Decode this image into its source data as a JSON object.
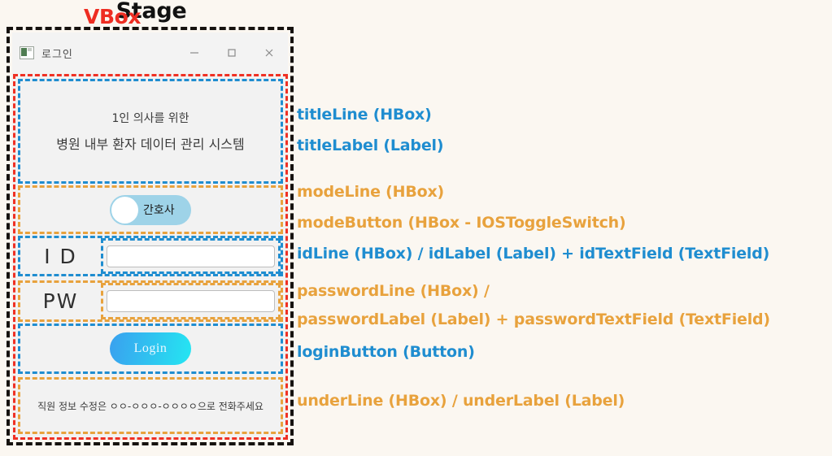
{
  "stage": {
    "title": "Stage"
  },
  "window": {
    "icon": "app-window-icon",
    "title": "로그인",
    "vbox_tag": "VBox",
    "controls": {
      "minimize": "minimize-icon",
      "maximize": "maximize-icon",
      "close": "close-icon"
    }
  },
  "form": {
    "title_label": {
      "line1": "1인 의사를 위한",
      "line2": "병원 내부 환자 데이터 관리 시스템"
    },
    "mode": {
      "toggle_text": "간호사",
      "state": "off"
    },
    "id": {
      "label": "I D",
      "value": "",
      "placeholder": ""
    },
    "password": {
      "label": "PW",
      "value": "",
      "placeholder": ""
    },
    "login": {
      "label": "Login"
    },
    "under_label": "직원 정보 수정은 ㅇㅇ-ㅇㅇㅇ-ㅇㅇㅇㅇ으로 전화주세요"
  },
  "annotations": [
    {
      "text": "titleLine (HBox)",
      "color": "blue"
    },
    {
      "text": "titleLabel (Label)",
      "color": "blue"
    },
    {
      "text": "modeLine (HBox)",
      "color": "orange"
    },
    {
      "text": "modeButton (HBox - IOSToggleSwitch)",
      "color": "orange"
    },
    {
      "text": "idLine (HBox) / idLabel (Label)  + idTextField (TextField)",
      "color": "blue"
    },
    {
      "text": "passwordLine (HBox) /",
      "color": "orange"
    },
    {
      "text": "passwordLabel (Label) + passwordTextField (TextField)",
      "color": "orange"
    },
    {
      "text": "loginButton (Button)",
      "color": "blue"
    },
    {
      "text": "underLine (HBox) / underLabel (Label)",
      "color": "orange"
    }
  ],
  "colors": {
    "stage_border": "#16120f",
    "vbox_border": "#ef3124",
    "blue": "#1f8dd0",
    "orange": "#e8a23d",
    "background": "#fbf7f1",
    "toggle": "#9ed3e8"
  }
}
